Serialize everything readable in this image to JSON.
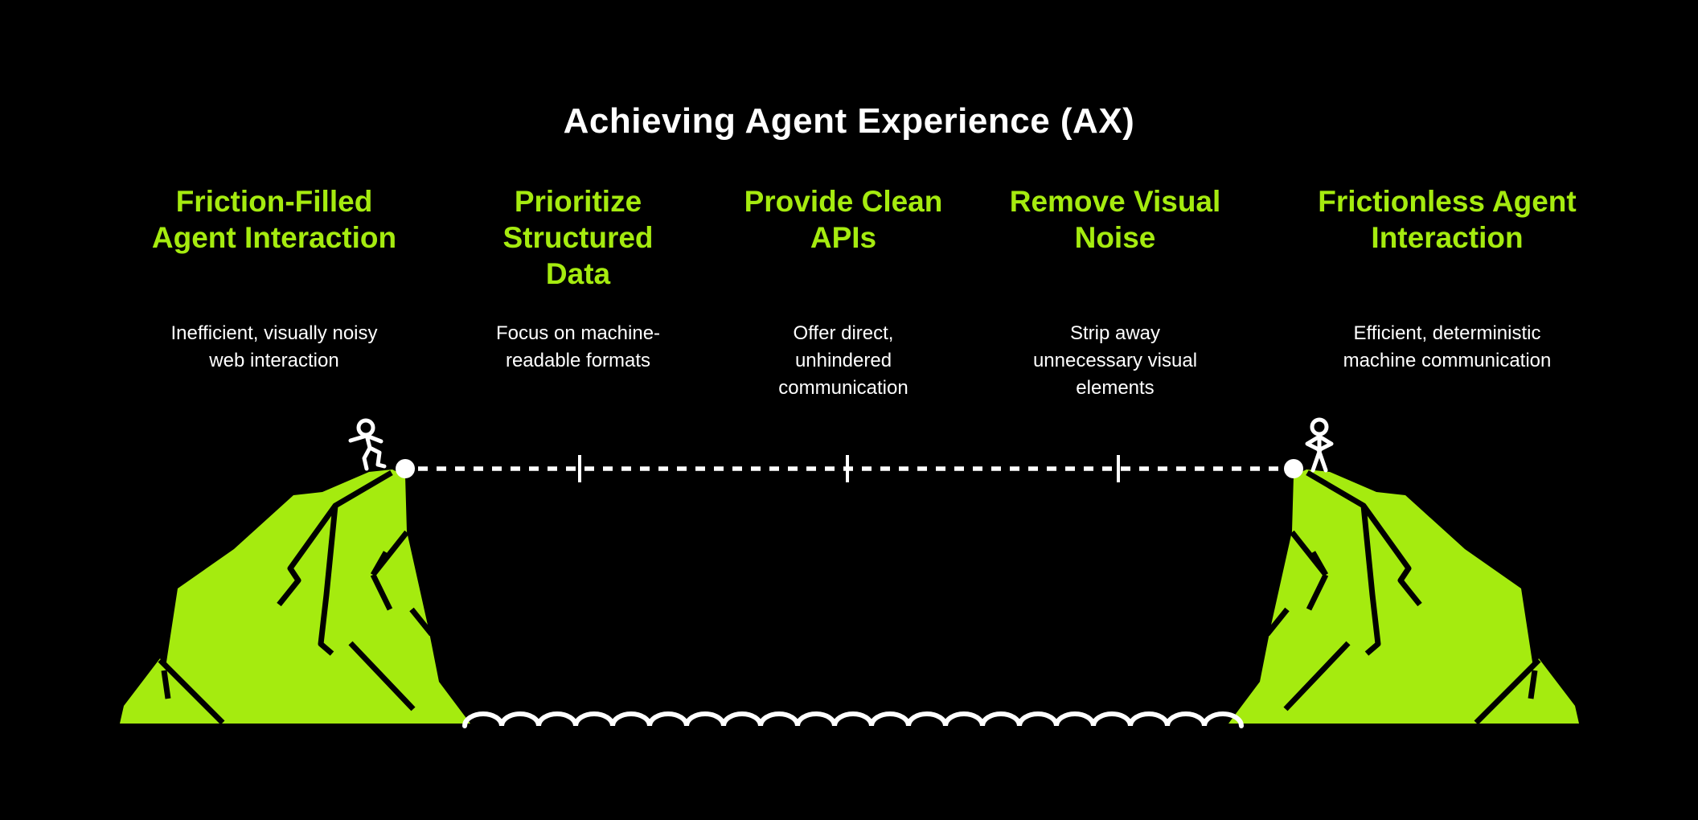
{
  "title": "Achieving Agent Experience (AX)",
  "colors": {
    "background": "#000000",
    "accent_green": "#A5EB0F",
    "text_white": "#FFFFFF"
  },
  "columns": [
    {
      "heading": "Friction-Filled\nAgent Interaction",
      "description": "Inefficient, visually noisy\nweb interaction"
    },
    {
      "heading": "Prioritize\nStructured\nData",
      "description": "Focus on machine-\nreadable formats"
    },
    {
      "heading": "Provide Clean\nAPIs",
      "description": "Offer direct,\nunhindered\ncommunication"
    },
    {
      "heading": "Remove Visual\nNoise",
      "description": "Strip away\nunnecessary visual\nelements"
    },
    {
      "heading": "Frictionless Agent\nInteraction",
      "description": "Efficient, deterministic\nmachine communication"
    }
  ],
  "illustration": {
    "left_cliff": "green-cliff-icon",
    "right_cliff": "green-cliff-mirrored-icon",
    "left_figure": "stick-figure-walking-icon",
    "right_figure": "stick-figure-standing-icon",
    "bridge": "dashed-bridge-line",
    "water": "wavy-water-line"
  }
}
